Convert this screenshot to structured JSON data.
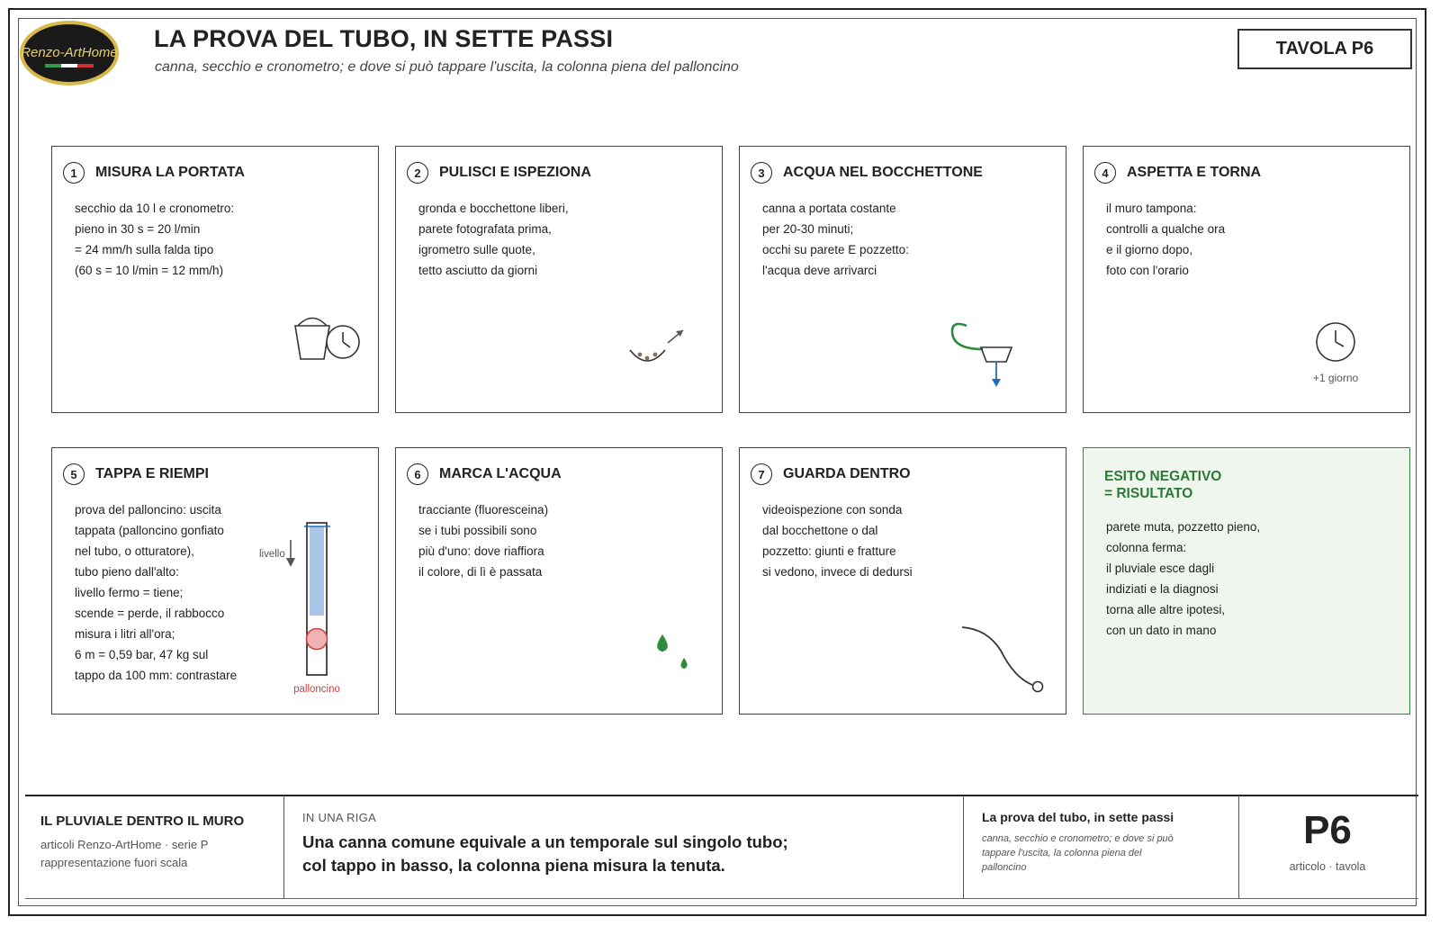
{
  "logo": {
    "text": "Renzo-ArtHome"
  },
  "header": {
    "title": "LA PROVA DEL TUBO, IN SETTE PASSI",
    "subtitle": "canna, secchio e cronometro; e dove si può tappare l'uscita, la colonna piena del palloncino",
    "plate": "TAVOLA P6"
  },
  "cards": [
    {
      "num": "1",
      "title": "MISURA LA PORTATA",
      "lines": [
        "secchio da 10 l e cronometro:",
        "pieno in 30 s = 20 l/min",
        "= 24 mm/h sulla falda tipo",
        "(60 s = 10 l/min = 12 mm/h)"
      ]
    },
    {
      "num": "2",
      "title": "PULISCI E ISPEZIONA",
      "lines": [
        "gronda e bocchettone liberi,",
        "parete fotografata prima,",
        "igrometro sulle quote,",
        "tetto asciutto da giorni"
      ]
    },
    {
      "num": "3",
      "title": "ACQUA NEL BOCCHETTONE",
      "lines": [
        "canna a portata costante",
        "per 20-30 minuti;",
        "occhi su parete E pozzetto:",
        "l'acqua deve arrivarci"
      ]
    },
    {
      "num": "4",
      "title": "ASPETTA E TORNA",
      "lines": [
        "il muro tampona:",
        "controlli a qualche ora",
        "e il giorno dopo,",
        "foto con l'orario"
      ],
      "icon_caption": "+1 giorno"
    },
    {
      "num": "5",
      "title": "TAPPA E RIEMPI",
      "lines": [
        "prova del palloncino: uscita",
        "tappata (palloncino gonfiato",
        "nel tubo, o otturatore),",
        "tubo pieno dall'alto:",
        "livello fermo = tiene;",
        "scende = perde, il rabbocco",
        "misura i litri all'ora;",
        "6 m = 0,59 bar, 47 kg sul",
        "tappo da 100 mm: contrastare"
      ],
      "level_label": "livello",
      "balloon_label": "palloncino"
    },
    {
      "num": "6",
      "title": "MARCA L'ACQUA",
      "lines": [
        "tracciante (fluoresceina)",
        "se i tubi possibili sono",
        "più d'uno: dove riaffiora",
        "il colore, di lì è passata"
      ]
    },
    {
      "num": "7",
      "title": "GUARDA DENTRO",
      "lines": [
        "videoispezione con sonda",
        "dal bocchettone o dal",
        "pozzetto: giunti e fratture",
        "si vedono, invece di dedursi"
      ]
    }
  ],
  "result": {
    "title_lines": [
      "ESITO NEGATIVO",
      "= RISULTATO"
    ],
    "lines": [
      "parete muta, pozzetto pieno,",
      "colonna ferma:",
      "il pluviale esce dagli",
      "indiziati e la diagnosi",
      "torna alle altre ipotesi,",
      "con un dato in mano"
    ]
  },
  "footer": {
    "series": "IL PLUVIALE DENTRO IL MURO",
    "meta_lines": [
      "articoli Renzo-ArtHome · serie P",
      "rappresentazione fuori scala"
    ],
    "quote_label": "IN UNA RIGA",
    "quote_lines": [
      "Una canna comune equivale a un temporale sul singolo tubo;",
      "col tappo in basso, la colonna piena misura la tenuta."
    ],
    "right_title": "La prova del tubo, in sette passi",
    "right_lines": [
      "canna, secchio e cronometro; e dove si può",
      "tappare l'uscita, la colonna piena del",
      "palloncino"
    ],
    "code": "P6",
    "code_caption": "articolo · tavola"
  },
  "colors": {
    "accent_green": "#2e8b3e",
    "result_bg": "#eef6ee",
    "water_blue": "#1f6fbf",
    "balloon_red": "#d04040"
  }
}
